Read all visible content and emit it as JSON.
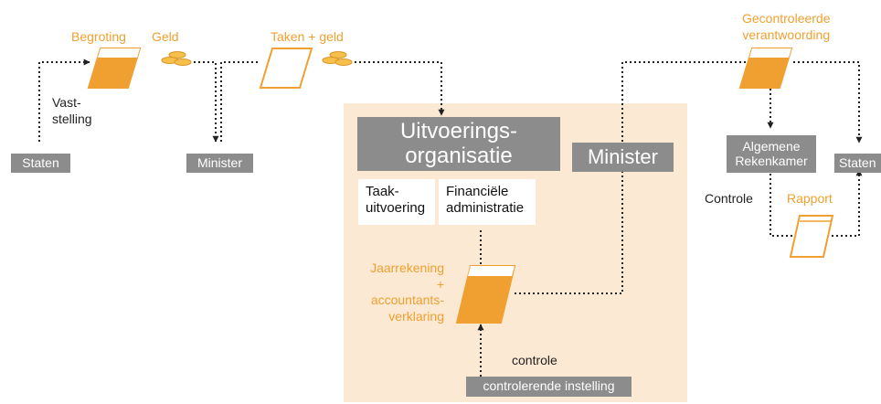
{
  "colors": {
    "accent": "#f0a030",
    "box_gray": "#8c8c8c",
    "panel_bg": "#fbe9d4",
    "coin": "#f7c04a",
    "line": "#222222"
  },
  "labels": {
    "begroting": "Begroting",
    "geld": "Geld",
    "taken_geld": "Taken + geld",
    "vaststelling": [
      "Vast-",
      "stelling"
    ],
    "gecontroleerde": [
      "Gecontroleerde",
      "verantwoording"
    ],
    "controle_right": "Controle",
    "rapport": "Rapport",
    "jaarrekening": [
      "Jaarrekening",
      "+",
      "accountants-",
      "verklaring"
    ],
    "controle_center": "controle"
  },
  "boxes": {
    "staten_left": "Staten",
    "minister_left": "Minister",
    "uitvoering": [
      "Uitvoerings-",
      "organisatie"
    ],
    "minister_center": "Minister",
    "algemene": [
      "Algemene",
      "Rekenkamer"
    ],
    "staten_right": "Staten",
    "taakuitvoering": [
      "Taak-",
      "uitvoering"
    ],
    "financiele": [
      "Financiële",
      "administratie"
    ],
    "controlerende": "controlerende instelling"
  },
  "icons": {
    "document": "document-icon",
    "coins": "coins-icon",
    "arrow": "arrow-head-icon"
  }
}
